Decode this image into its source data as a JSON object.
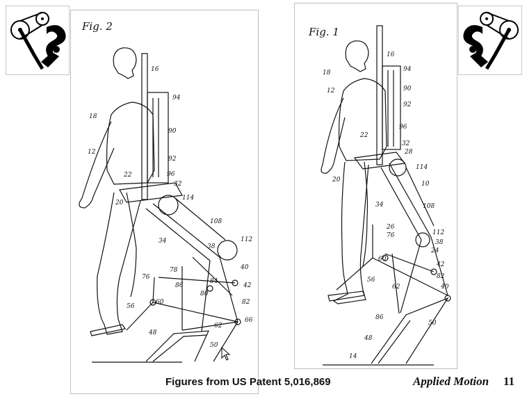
{
  "caption": "Figures from US Patent 5,016,869",
  "footer": {
    "title": "Applied Motion",
    "page": "11"
  },
  "figures": [
    {
      "label": "Fig. 2"
    },
    {
      "label": "Fig. 1"
    }
  ],
  "fig2_refs": [
    "16",
    "94",
    "18",
    "90",
    "12",
    "92",
    "22",
    "96",
    "32",
    "20",
    "114",
    "108",
    "112",
    "34",
    "38",
    "40",
    "78",
    "76",
    "86",
    "80",
    "84",
    "42",
    "60",
    "82",
    "56",
    "66",
    "62",
    "48",
    "50"
  ],
  "fig1_refs": [
    "16",
    "94",
    "18",
    "12",
    "90",
    "92",
    "22",
    "96",
    "32",
    "28",
    "114",
    "20",
    "10",
    "34",
    "108",
    "26",
    "76",
    "112",
    "38",
    "24",
    "60",
    "42",
    "56",
    "82",
    "62",
    "40",
    "86",
    "50",
    "48",
    "14"
  ],
  "icons": {
    "left_logo": "pedaling-figure-icon",
    "right_logo": "pedaling-figure-icon",
    "cursor": "mouse-cursor-icon"
  }
}
